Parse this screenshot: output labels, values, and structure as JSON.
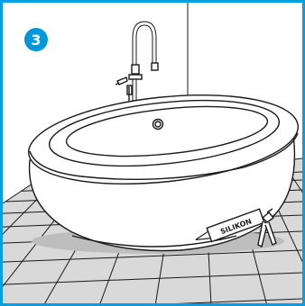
{
  "step": {
    "number": "3"
  },
  "sealant": {
    "label": "SILIKON"
  },
  "colors": {
    "frame": "#00a0e3",
    "badge": "#0096db",
    "line": "#1a1a1a",
    "tile_light": "#e6e6e6",
    "tile_dark": "#cfcfcf",
    "wall": "#ffffff"
  },
  "icons": {
    "faucet": "floor-standing-mixer",
    "tub": "freestanding-oval-bathtub",
    "gun": "caulking-gun"
  }
}
